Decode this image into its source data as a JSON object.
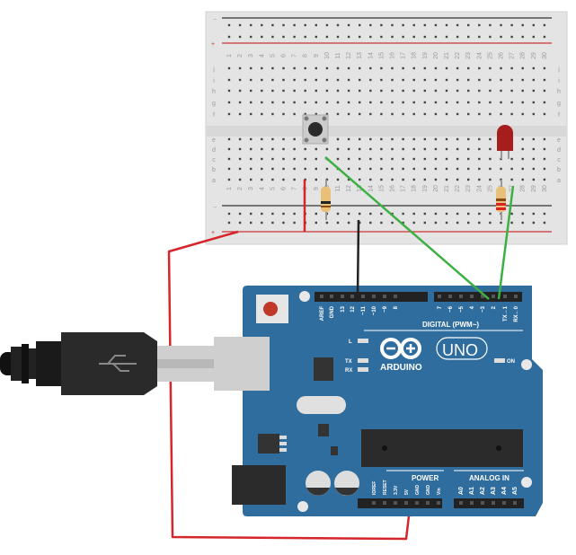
{
  "breadboard": {
    "columns": [
      "1",
      "2",
      "3",
      "4",
      "5",
      "6",
      "7",
      "8",
      "9",
      "10",
      "11",
      "12",
      "13",
      "14",
      "15",
      "16",
      "17",
      "18",
      "19",
      "20",
      "21",
      "22",
      "23",
      "24",
      "25",
      "26",
      "27",
      "28",
      "29",
      "30"
    ],
    "rows_top": [
      "j",
      "i",
      "h",
      "g",
      "f"
    ],
    "rows_bottom": [
      "e",
      "d",
      "c",
      "b",
      "a"
    ],
    "rail_minus": "−",
    "rail_plus": "+"
  },
  "arduino": {
    "brand": "ARDUINO",
    "model": "UNO",
    "digital_label": "DIGITAL (PWM~)",
    "power_label": "POWER",
    "analog_label": "ANALOG IN",
    "led_l": "L",
    "led_tx": "TX",
    "led_rx": "RX",
    "led_on": "ON",
    "top_pins": [
      "AREF",
      "GND",
      "13",
      "12",
      "~11",
      "~10",
      "~9",
      "8",
      "7",
      "~6",
      "~5",
      "4",
      "~3",
      "2",
      "TX→1",
      "RX←0"
    ],
    "power_pins": [
      "IOREF",
      "RESET",
      "3.3V",
      "5V",
      "GND",
      "GND",
      "Vin"
    ],
    "analog_pins": [
      "A0",
      "A1",
      "A2",
      "A3",
      "A4",
      "A5"
    ]
  },
  "colors": {
    "board": "#2f6d9f",
    "wire_red": "#d6262b",
    "wire_green": "#3cb043",
    "wire_black": "#222222",
    "led": "#a61d1d"
  }
}
